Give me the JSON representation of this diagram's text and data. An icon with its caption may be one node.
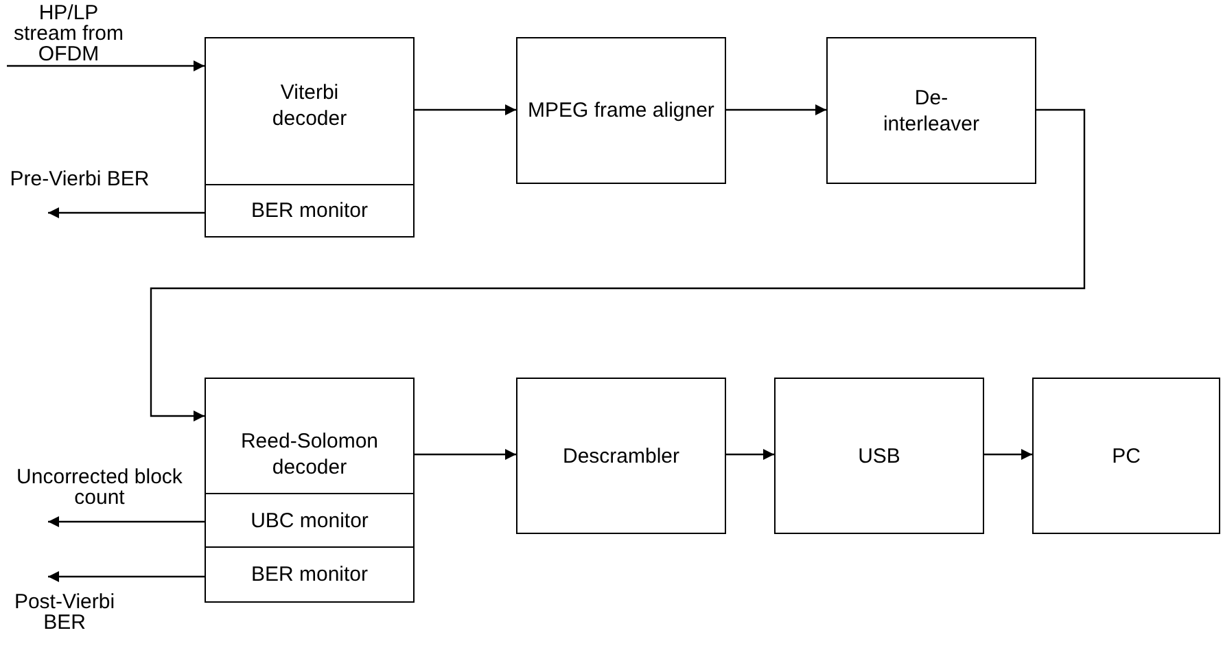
{
  "diagram": {
    "nodes": [
      {
        "text": [
          "HP/LP stream from OFDM"
        ]
      },
      {
        "text": [
          "Viterbi decoder"
        ]
      },
      {
        "text": [
          "BER monitor"
        ],
        "in": 1
      },
      {
        "text": [
          "Pre-Vierbi BER"
        ]
      },
      {
        "text": [
          "MPEG frame aligner"
        ]
      },
      {
        "text": [
          "De- interleaver"
        ]
      },
      {
        "text": [
          "Reed-Solomon decoder"
        ]
      },
      {
        "text": [
          "UBC monitor"
        ],
        "in": 6
      },
      {
        "text": [
          "BER monitor"
        ],
        "in": 6
      },
      {
        "text": [
          "Uncorrected block count"
        ]
      },
      {
        "text": [
          "Post-Vierbi BER"
        ]
      },
      {
        "text": [
          "Descrambler"
        ]
      },
      {
        "text": [
          "USB"
        ]
      },
      {
        "text": [
          "PC"
        ]
      }
    ],
    "edges": [
      {
        "from": 0,
        "to": 1,
        "arrow": "to"
      },
      {
        "from": 2,
        "to": 3,
        "arrow": "to"
      },
      {
        "from": 1,
        "to": 4,
        "arrow": "to"
      },
      {
        "from": 4,
        "to": 5,
        "arrow": "to"
      },
      {
        "from": 5,
        "to": 6,
        "arrow": "to"
      },
      {
        "from": 7,
        "to": 9,
        "arrow": "to"
      },
      {
        "from": 8,
        "to": 10,
        "arrow": "to"
      },
      {
        "from": 6,
        "to": 11,
        "arrow": "to"
      },
      {
        "from": 11,
        "to": 12,
        "arrow": "to"
      },
      {
        "from": 12,
        "to": 13,
        "arrow": "to"
      }
    ]
  }
}
